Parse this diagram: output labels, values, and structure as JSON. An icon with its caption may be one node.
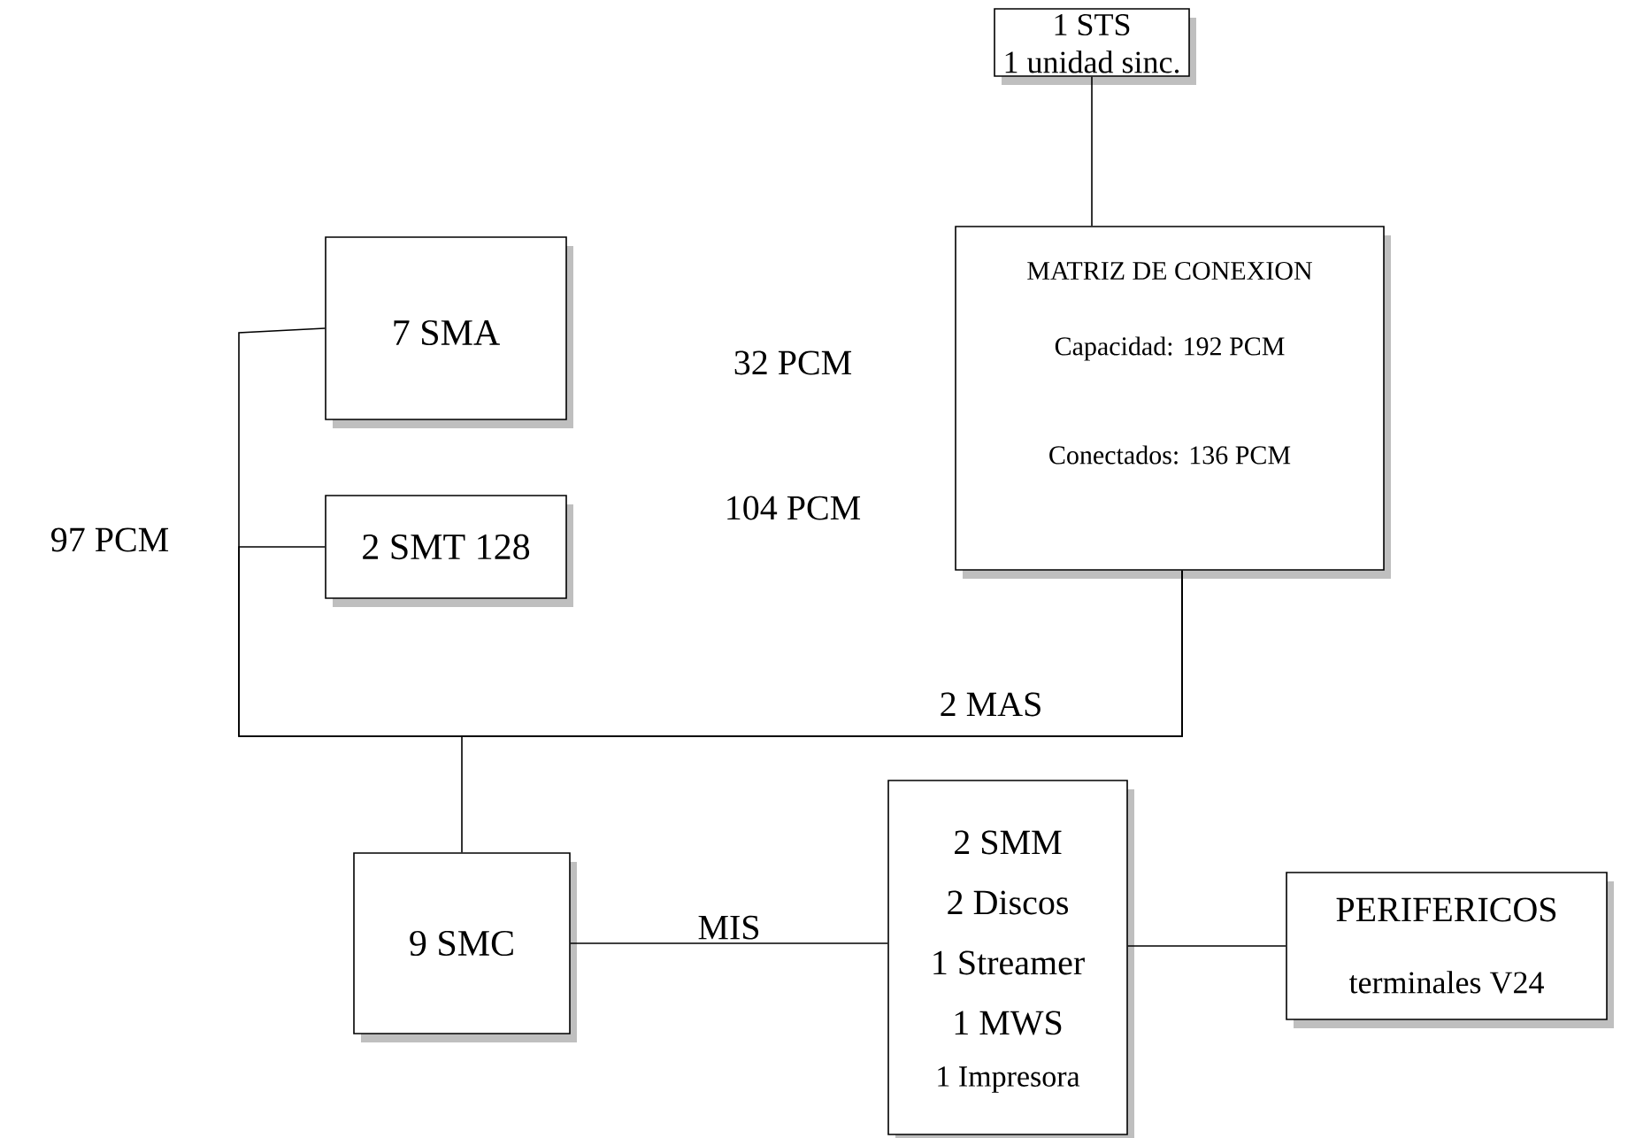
{
  "diagram": {
    "nodes": [
      {
        "text": [
          "1 STS",
          "1 unidad sinc."
        ]
      },
      {
        "text": [
          "MATRIZ DE CONEXION",
          "Capacidad: 192 PCM",
          "Conectados: 136 PCM"
        ]
      },
      {
        "text": [
          "7 SMA"
        ]
      },
      {
        "text": [
          "2 SMT 128"
        ]
      },
      {
        "text": [
          "9 SMC"
        ]
      },
      {
        "text": [
          "2 SMM",
          "2 Discos",
          "1 Streamer",
          "1 MWS",
          "1 Impresora"
        ]
      },
      {
        "text": [
          "PERIFERICOS",
          "terminales V24"
        ]
      }
    ],
    "edges": [
      {
        "from": 0,
        "to": 1,
        "arrow": "none"
      },
      {
        "from": 2,
        "to": 1,
        "arrow": "none"
      },
      {
        "from": 3,
        "to": 1,
        "arrow": "none"
      },
      {
        "from": 4,
        "to": 1,
        "arrow": "none"
      },
      {
        "from": 4,
        "to": 5,
        "arrow": "none",
        "label": "MIS"
      },
      {
        "from": 5,
        "to": 6,
        "arrow": "none"
      }
    ],
    "labels": [
      "32 PCM",
      "104 PCM",
      "97 PCM",
      "2 MAS"
    ]
  }
}
